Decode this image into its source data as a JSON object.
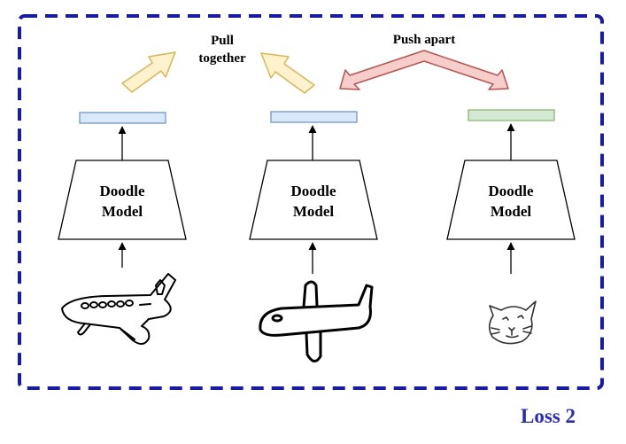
{
  "frame": {
    "color": "#1a1aa8"
  },
  "loss_label": {
    "text": "Loss 2",
    "color": "#2b2bb0"
  },
  "pull_label": [
    "Pull",
    "together"
  ],
  "push_label": "Push apart",
  "models": [
    {
      "line1": "Doodle",
      "line2": "Model",
      "embedding_color": "#dae8fc",
      "embedding_border": "#6c8ebf",
      "doodle": "airplane-doodle-detailed"
    },
    {
      "line1": "Doodle",
      "line2": "Model",
      "embedding_color": "#dae8fc",
      "embedding_border": "#6c8ebf",
      "doodle": "airplane-doodle-simple"
    },
    {
      "line1": "Doodle",
      "line2": "Model",
      "embedding_color": "#d5e8d4",
      "embedding_border": "#82b366",
      "doodle": "cat-doodle"
    }
  ],
  "arrow_colors": {
    "pull_fill": "#fff2cc",
    "pull_stroke": "#d6b656",
    "push_fill": "#f8cecc",
    "push_stroke": "#b85450"
  }
}
